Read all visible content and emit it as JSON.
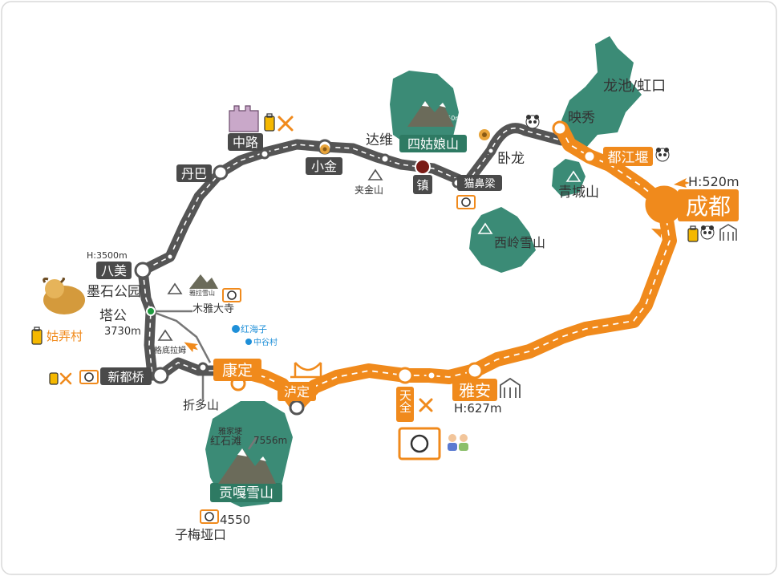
{
  "colors": {
    "route_orange": "#f08a1c",
    "route_gray": "#555555",
    "mountain_green": "#3b8b76",
    "label_dark": "#4a4a4a"
  },
  "places": {
    "chengdu": "成都",
    "dujiangyan": "都江堰",
    "qingchengshan": "青城山",
    "yingxiu": "映秀",
    "longchi": "龙池/虹口",
    "wolong": "卧龙",
    "xilingxueshan": "西岭雪山",
    "maobiliang": "猫鼻梁",
    "siguniangshan": "四姑娘山",
    "dawei": "达维",
    "zhen": "镇",
    "jiajinshan": "夹金山",
    "xiaojin": "小金",
    "zhonglu": "中路",
    "danba": "丹巴",
    "bamei": "八美",
    "moshi_park": "墨石公园",
    "tagong": "塔公",
    "gunong": "姑弄村",
    "yala_snow": "雅拉雪山",
    "muya_temple": "木雅大寺",
    "hongxiaizi": "红海子",
    "zhonggu": "中谷村",
    "gedilamu": "格底拉姆",
    "xinduqiao": "新都桥",
    "kangding": "康定",
    "zheduoshan": "折多山",
    "luding": "泸定",
    "tianquan": "天全",
    "yaan": "雅安",
    "gonggaxueshan": "贡嘎雪山",
    "yajiageng": "雅家埂",
    "hongshitan": "红石滩",
    "zimeiyakou": "子梅垭口"
  },
  "elevations": {
    "chengdu": "H:520m",
    "yaan": "H:627m",
    "bamei": "H:3500m",
    "tagong": "3730m",
    "gongga": "7556m",
    "zimei": "4550",
    "siguniang": "6250m"
  },
  "icons": {
    "airport": "plane-icon",
    "panda": "panda-icon",
    "luggage": "luggage-icon",
    "food": "food-icon",
    "camera": "camera-icon",
    "museum": "museum-icon",
    "snow_mountain": "snow-mountain-icon",
    "castle": "watchtower-icon",
    "yak": "yak-icon",
    "bridge": "bridge-icon",
    "flower": "flower-icon"
  }
}
